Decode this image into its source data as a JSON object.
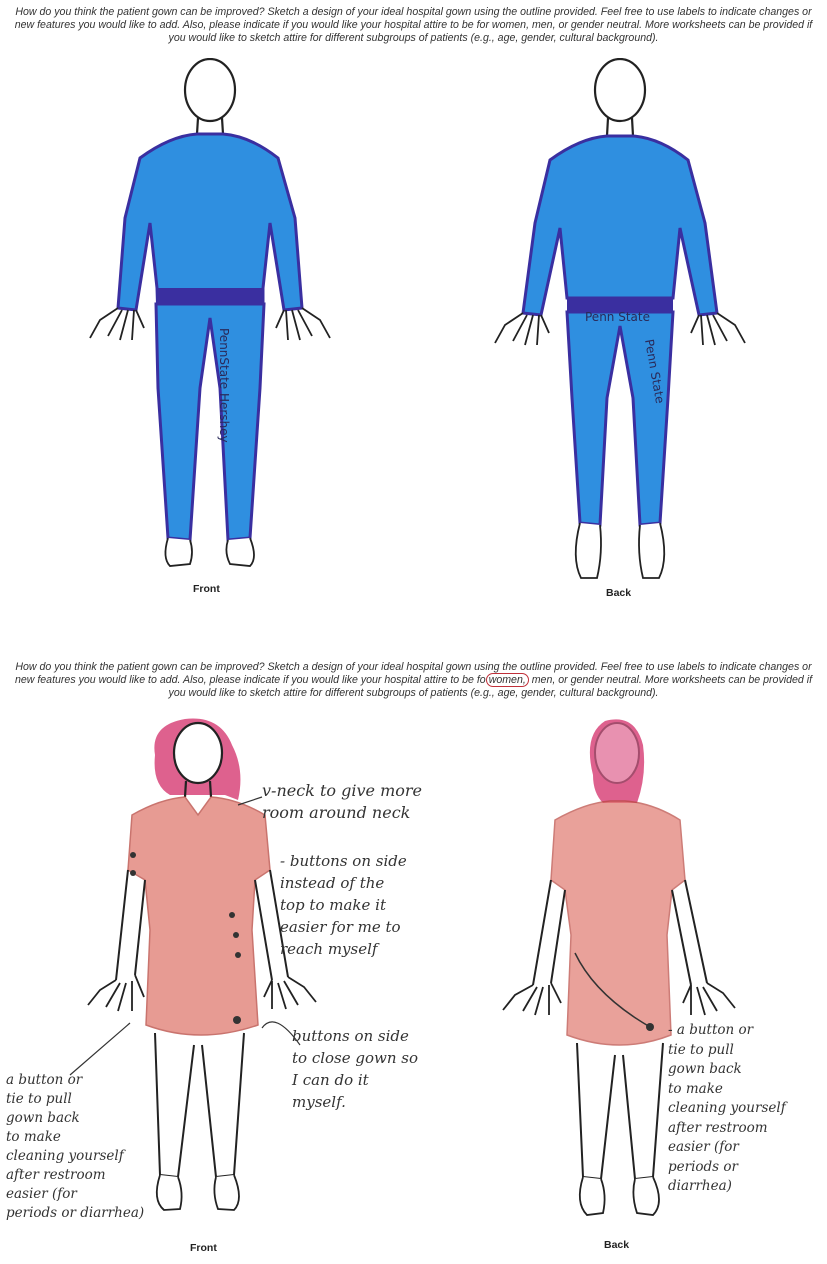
{
  "sheets": [
    {
      "instructions": "How do you think the patient gown can be improved? Sketch a design of your ideal hospital gown using the outline provided. Feel free to use labels to indicate changes or new features you would like to add. Also, please indicate if you would like your hospital attire to be for women, men, or gender neutral. More worksheets can be provided if you would like to sketch attire for different subgroups of patients (e.g., age, gender, cultural background).",
      "front_caption": "Front",
      "back_caption": "Back",
      "front_leg_text": "PennState Hershey",
      "back_waist_text": "Penn State",
      "back_leg_text": "Penn State",
      "colors": {
        "suit": "#2f8fe0",
        "trim": "#3a2fa0"
      }
    },
    {
      "instructions_pre": "How do you think the patient gown can be improved? Sketch a design of your ideal hospital gown using the outline provided. Feel free to use labels to indicate changes or new features you would like to add. Also, please indicate if you would like your hospital attire to be fo",
      "instructions_circled": "women,",
      "instructions_post": " men, or gender neutral. More worksheets can be provided if you would like to sketch attire for different subgroups of patients (e.g., age, gender, cultural background).",
      "front_caption": "Front",
      "back_caption": "Back",
      "notes": {
        "vneck": "v-neck to give more\nroom around neck",
        "side_buttons": "- buttons on side\ninstead of the\ntop to make it\neasier for me to\nreach myself",
        "close_gown": "buttons on side\nto close gown so\nI can do it\nmyself.",
        "left_tie": "a button or\ntie to pull\ngown back\nto make\ncleaning yourself\nafter restroom\neasier (for\nperiods or diarrhea)",
        "right_tie": "- a button or\ntie to pull\ngown back\nto make\ncleaning yourself\nafter restroom\neasier (for\nperiods or\ndiarrhea)"
      },
      "colors": {
        "gown": "#e07a70",
        "hair": "#d8457a"
      }
    }
  ]
}
